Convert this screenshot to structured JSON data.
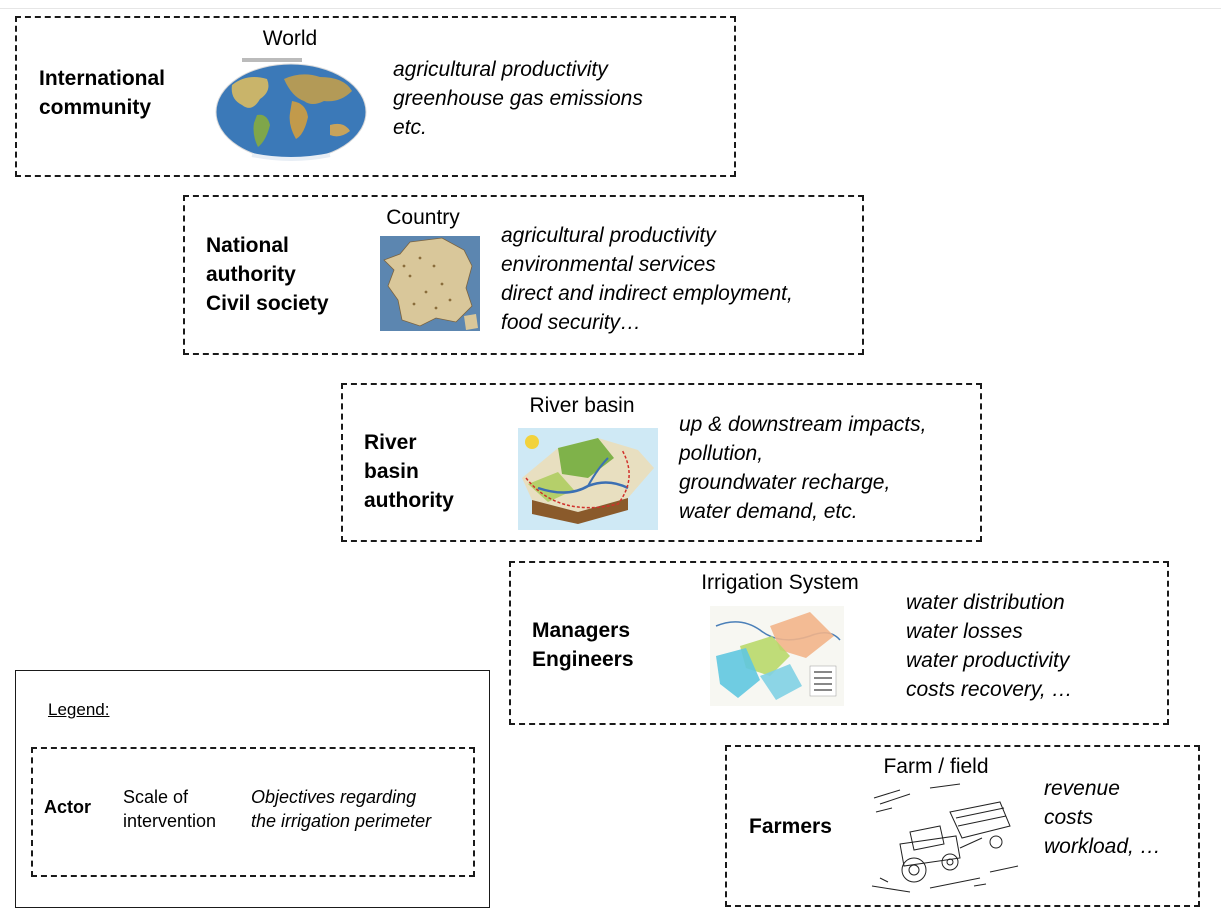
{
  "levels": [
    {
      "actor": [
        "International",
        "community"
      ],
      "scale": "World",
      "image": "world-map-image",
      "objectives": [
        "agricultural productivity",
        "greenhouse gas emissions",
        "etc."
      ]
    },
    {
      "actor": [
        "National",
        "authority",
        "Civil society"
      ],
      "scale": "Country",
      "image": "france-map-image",
      "objectives": [
        "agricultural productivity",
        "environmental services",
        "direct and indirect employment,",
        "food security…"
      ]
    },
    {
      "actor": [
        "River",
        "basin",
        "authority"
      ],
      "scale": "River basin",
      "image": "river-basin-image",
      "objectives": [
        "up & downstream impacts,",
        "pollution,",
        "groundwater recharge,",
        "water demand, etc."
      ]
    },
    {
      "actor": [
        "Managers",
        "Engineers"
      ],
      "scale": "Irrigation System",
      "image": "irrigation-system-map-image",
      "objectives": [
        "water distribution",
        "water losses",
        "water productivity",
        "costs recovery, …"
      ]
    },
    {
      "actor": [
        "Farmers"
      ],
      "scale": "Farm / field",
      "image": "tractor-sketch-image",
      "objectives": [
        "revenue",
        "costs",
        "workload, …"
      ]
    }
  ],
  "legend": {
    "title": "Legend:",
    "actor": "Actor",
    "scale": [
      "Scale of",
      "intervention"
    ],
    "objectives": [
      "Objectives regarding",
      "the irrigation perimeter"
    ]
  }
}
